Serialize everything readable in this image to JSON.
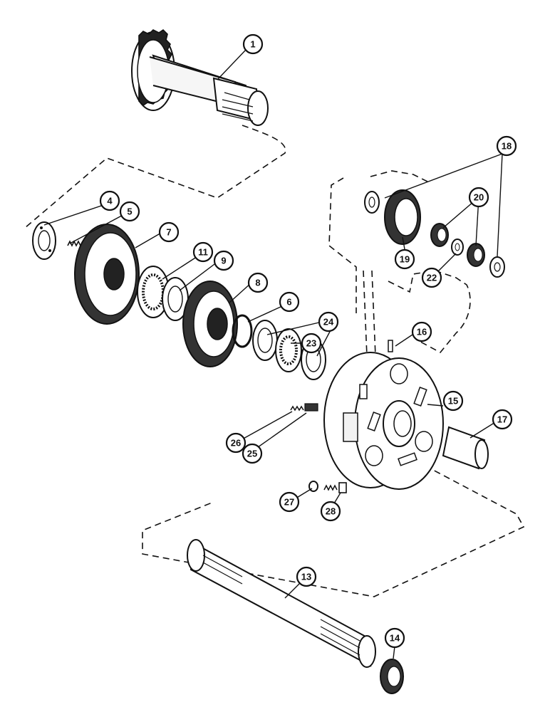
{
  "callouts": [
    {
      "id": "c1",
      "label": "1"
    },
    {
      "id": "c4",
      "label": "4"
    },
    {
      "id": "c5",
      "label": "5"
    },
    {
      "id": "c7",
      "label": "7"
    },
    {
      "id": "c11",
      "label": "11"
    },
    {
      "id": "c9",
      "label": "9"
    },
    {
      "id": "c8",
      "label": "8"
    },
    {
      "id": "c6",
      "label": "6"
    },
    {
      "id": "c24",
      "label": "24"
    },
    {
      "id": "c23",
      "label": "23"
    },
    {
      "id": "c16",
      "label": "16"
    },
    {
      "id": "c18",
      "label": "18"
    },
    {
      "id": "c20",
      "label": "20"
    },
    {
      "id": "c19",
      "label": "19"
    },
    {
      "id": "c22",
      "label": "22"
    },
    {
      "id": "c15",
      "label": "15"
    },
    {
      "id": "c17",
      "label": "17"
    },
    {
      "id": "c26",
      "label": "26"
    },
    {
      "id": "c25",
      "label": "25"
    },
    {
      "id": "c27",
      "label": "27"
    },
    {
      "id": "c28",
      "label": "28"
    },
    {
      "id": "c13",
      "label": "13"
    },
    {
      "id": "c14",
      "label": "14"
    }
  ]
}
